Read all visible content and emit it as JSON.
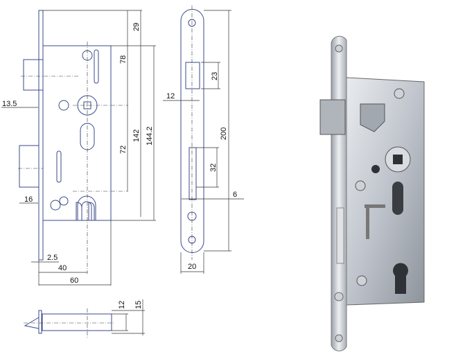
{
  "front_view": {
    "dims": {
      "top_offset": "29",
      "backset_to_follower": "78",
      "follower_to_cylinder": "72",
      "case_height": "142",
      "overall_height": "144.2",
      "latch_projection": "13.5",
      "bolt_projection": "16",
      "faceplate_thickness": "2.5",
      "backset": "40",
      "case_depth": "60"
    }
  },
  "side_view": {
    "dims": {
      "latch_height": "23",
      "latch_width": "12",
      "plate_length": "200",
      "bolt_height": "32",
      "bolt_width": "6",
      "plate_width": "20"
    }
  },
  "bottom_view": {
    "dims": {
      "case_thickness": "12",
      "overall_thickness": "15"
    }
  },
  "colors": {
    "line": "#3a4a8a",
    "metal": "#c9ccd2",
    "dark": "#555a60"
  }
}
